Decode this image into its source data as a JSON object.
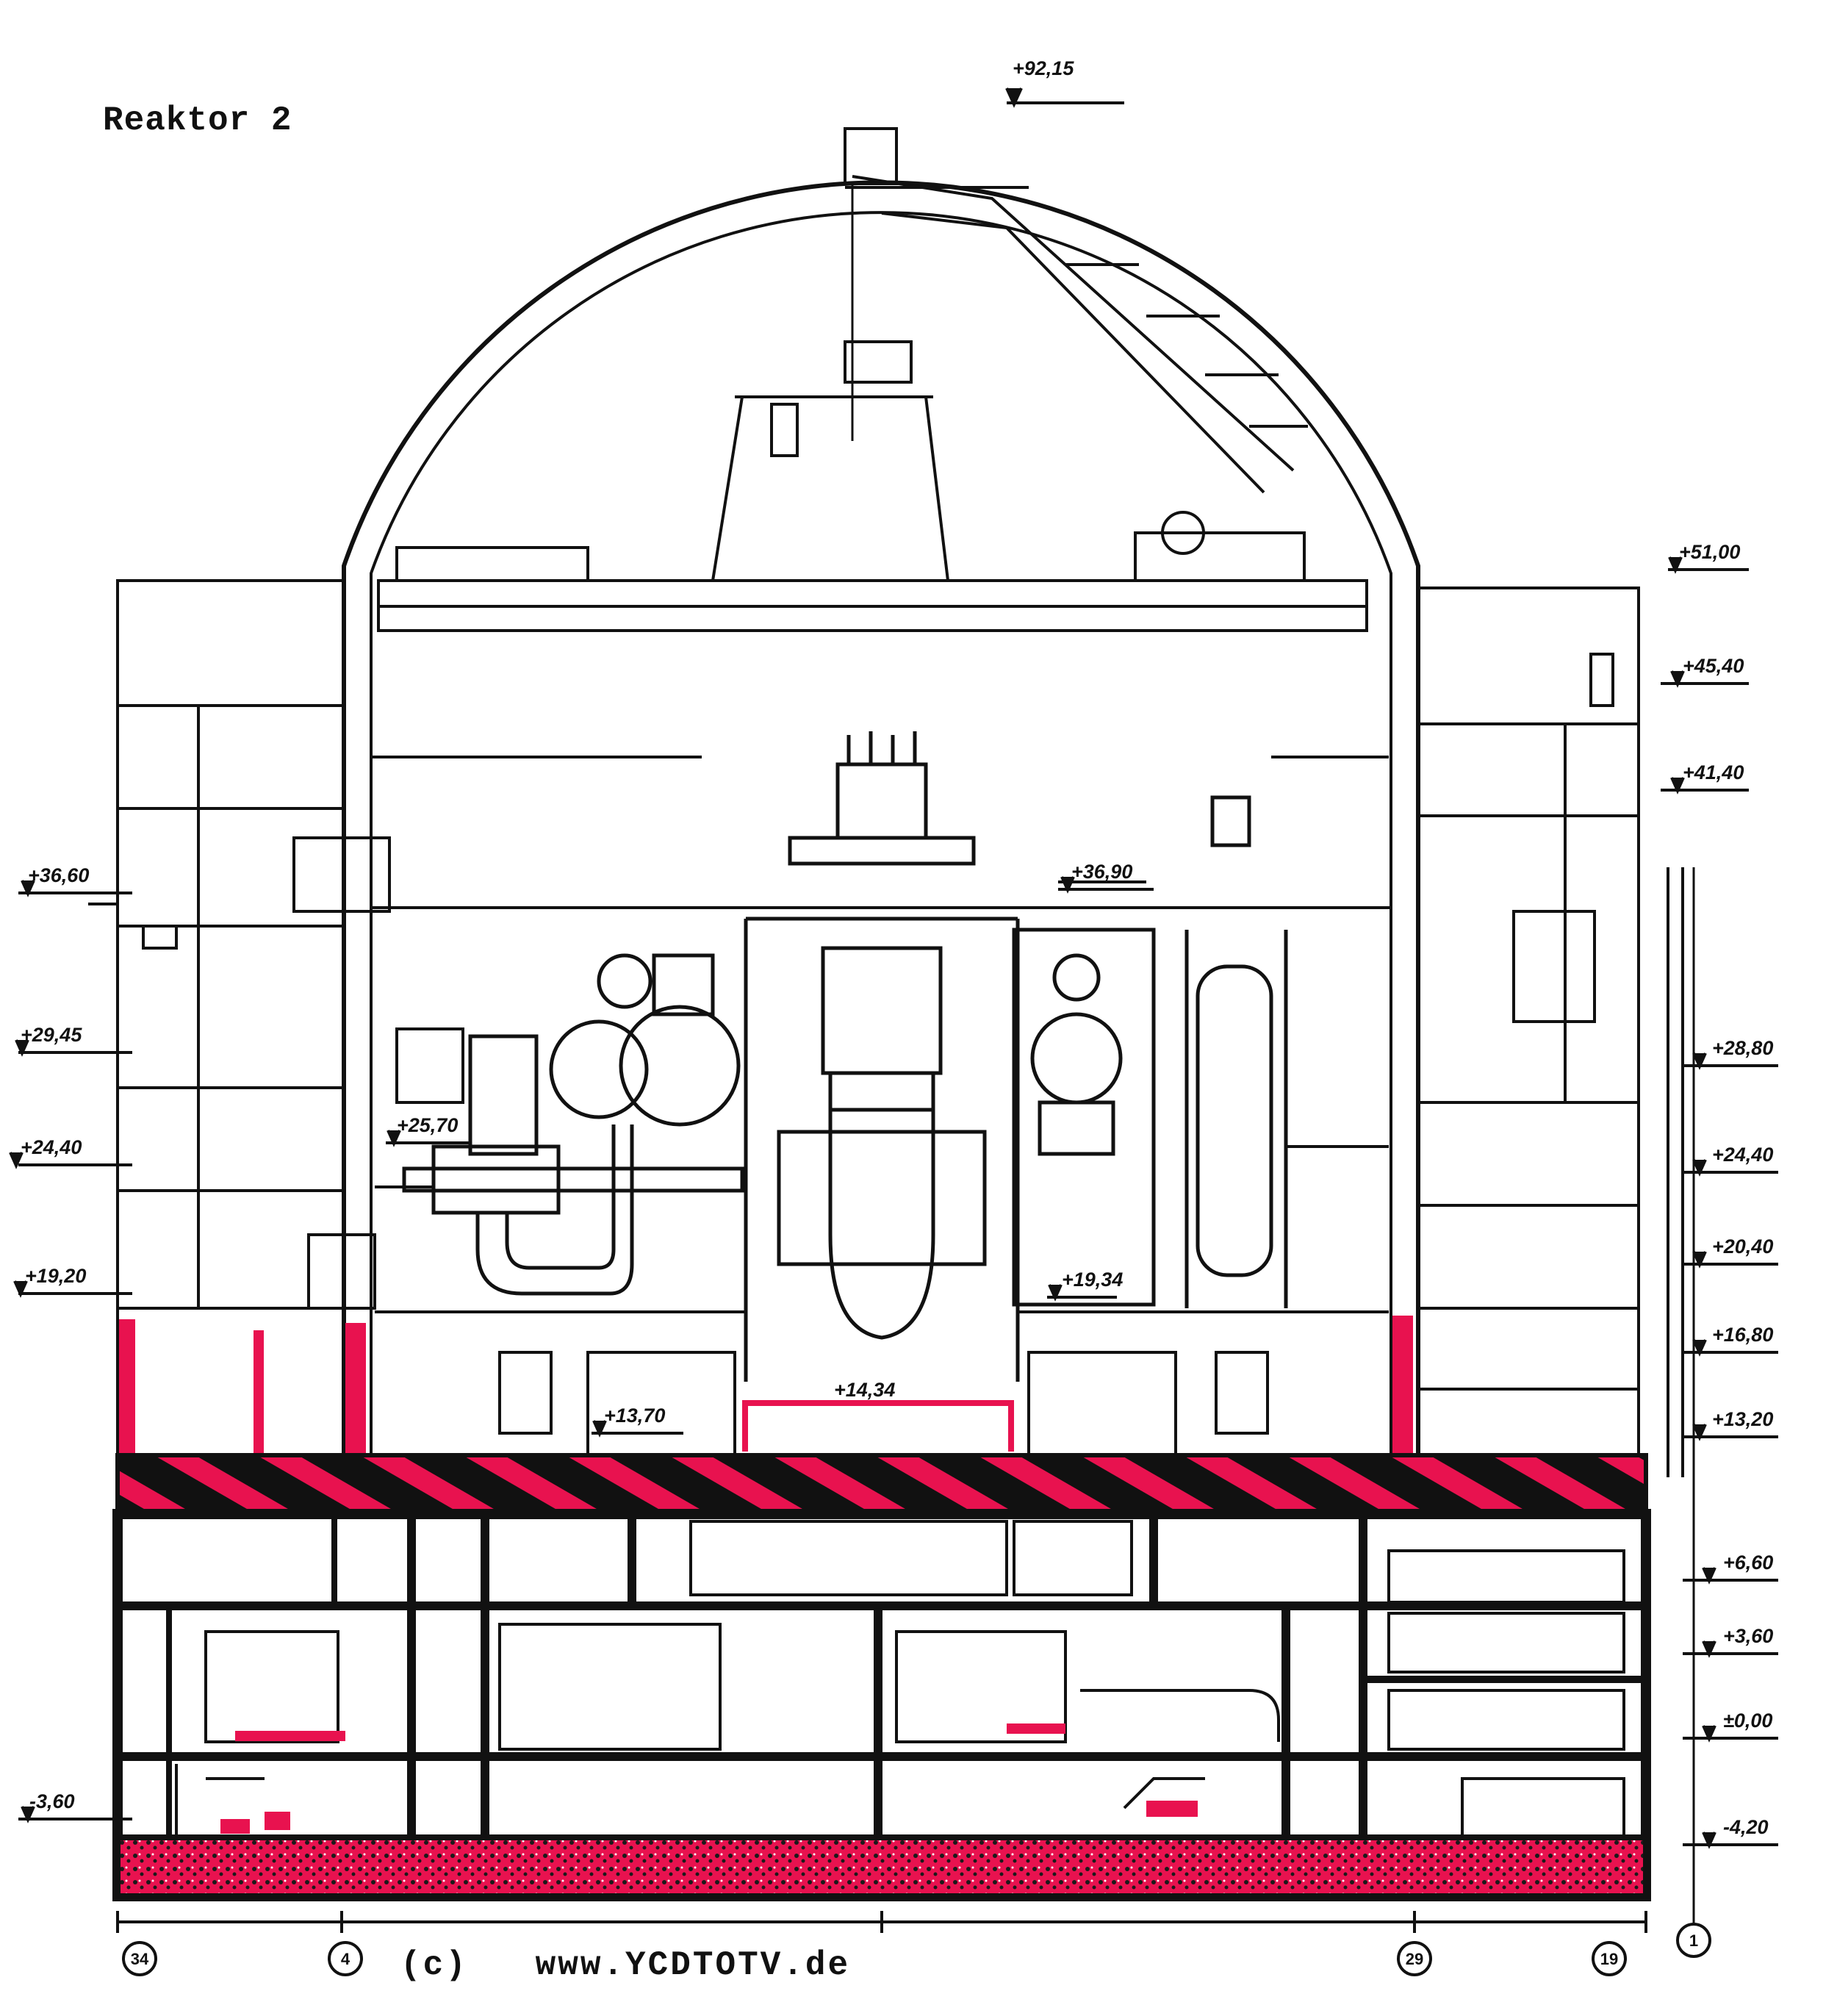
{
  "title": "Reaktor 2",
  "copyright": "(c)   www.YCDTOTV.de",
  "colors": {
    "ink": "#111111",
    "accent": "#e8124f",
    "paper": "#ffffff"
  },
  "elevations_left": [
    "+36,60",
    "+29,45",
    "+24,40",
    "+19,20",
    "-3,60"
  ],
  "elevations_right": [
    "+51,00",
    "+45,40",
    "+41,40",
    "+28,80",
    "+24,40",
    "+20,40",
    "+16,80",
    "+13,20",
    "+6,60",
    "+3,60",
    "±0,00",
    "-4,20"
  ],
  "elevations_top": [
    "+92,15"
  ],
  "elevations_inner": [
    "+36,90",
    "+25,70",
    "+19,34",
    "+13,70",
    "+14,34"
  ],
  "axis_markers": [
    "34",
    "4",
    "29",
    "19",
    "1"
  ]
}
